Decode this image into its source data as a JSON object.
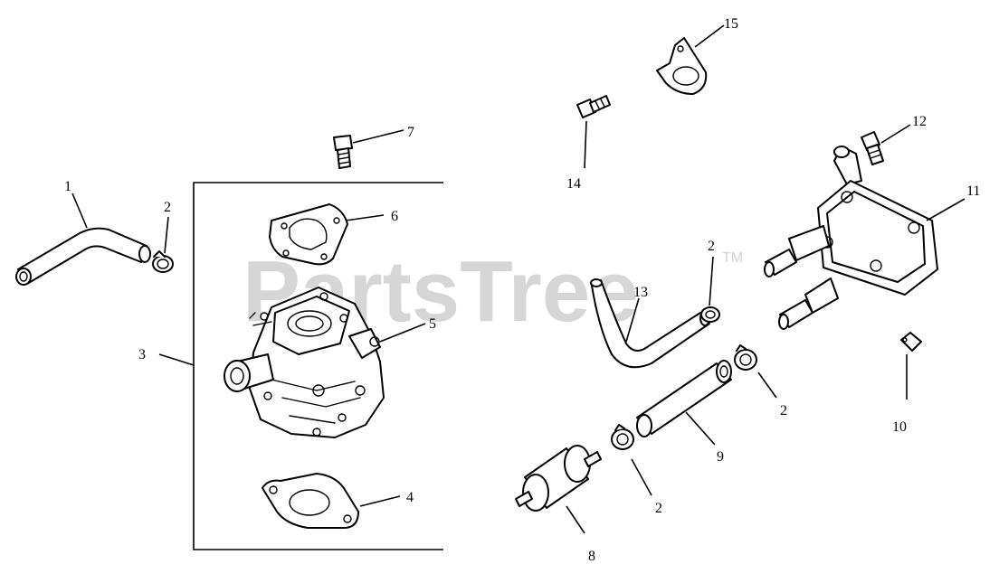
{
  "watermark": {
    "text": "PartsTree",
    "mark": "TM"
  },
  "callouts": {
    "c1": "1",
    "c2a": "2",
    "c2b": "2",
    "c2c": "2",
    "c2d": "2",
    "c3": "3",
    "c4": "4",
    "c5": "5",
    "c6": "6",
    "c7": "7",
    "c8": "8",
    "c9": "9",
    "c10": "10",
    "c11": "11",
    "c12": "12",
    "c13": "13",
    "c14": "14",
    "c15": "15"
  },
  "parts": [
    {
      "ref": "1",
      "icon": "fuel-hose-icon"
    },
    {
      "ref": "2",
      "icon": "hose-clamp-icon"
    },
    {
      "ref": "3",
      "icon": "carburetor-assembly-bracket"
    },
    {
      "ref": "4",
      "icon": "gasket-icon"
    },
    {
      "ref": "5",
      "icon": "carburetor-icon"
    },
    {
      "ref": "6",
      "icon": "gasket-icon"
    },
    {
      "ref": "7",
      "icon": "bolt-icon"
    },
    {
      "ref": "8",
      "icon": "fuel-filter-icon"
    },
    {
      "ref": "9",
      "icon": "fuel-hose-icon"
    },
    {
      "ref": "10",
      "icon": "clip-icon"
    },
    {
      "ref": "11",
      "icon": "fuel-pump-icon"
    },
    {
      "ref": "12",
      "icon": "bolt-icon"
    },
    {
      "ref": "13",
      "icon": "fuel-hose-icon"
    },
    {
      "ref": "14",
      "icon": "bolt-icon"
    },
    {
      "ref": "15",
      "icon": "hose-clip-icon"
    }
  ]
}
